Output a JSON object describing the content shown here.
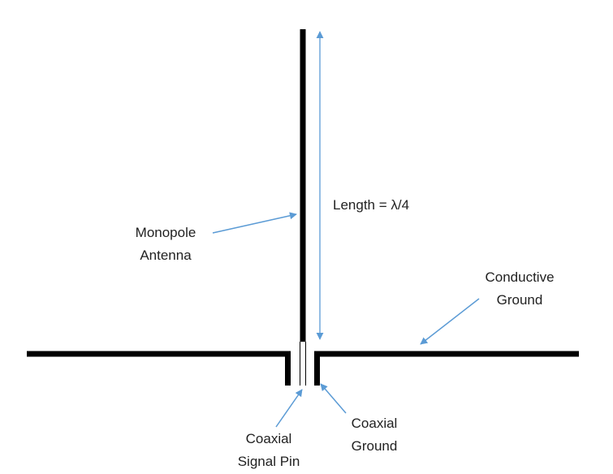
{
  "labels": {
    "monopole_line1": "Monopole",
    "monopole_line2": "Antenna",
    "length": "Length = λ/4",
    "conductive_line1": "Conductive",
    "conductive_line2": "Ground",
    "coax_pin_line1": "Coaxial",
    "coax_pin_line2": "Signal Pin",
    "coax_ground_line1": "Coaxial",
    "coax_ground_line2": "Ground"
  },
  "colors": {
    "conductor": "#000000",
    "arrow": "#5b9bd5",
    "text": "#222222"
  }
}
